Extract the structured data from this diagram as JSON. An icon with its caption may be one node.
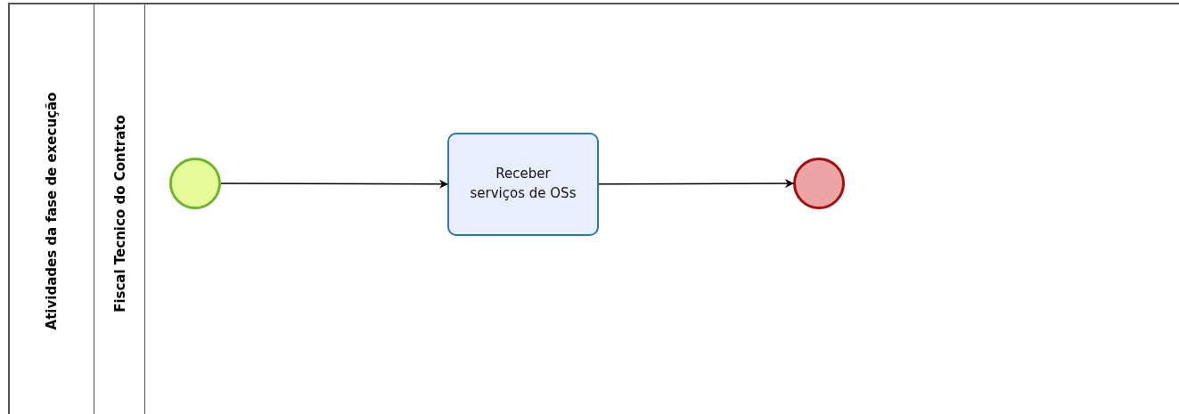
{
  "diagram": {
    "nodes": [
      {
        "text": [
          "Atividades da fase de execução"
        ]
      },
      {
        "text": [
          "Fiscal Tecnico do Contrato"
        ],
        "in": 0
      },
      {
        "text": [],
        "shape": "circle",
        "in": 1
      },
      {
        "text": [
          "Receber serviços de OSs"
        ],
        "in": 1
      },
      {
        "text": [],
        "shape": "circle",
        "in": 1
      }
    ],
    "edges": [
      {
        "from": 2,
        "to": 3,
        "arrow": "to"
      },
      {
        "from": 3,
        "to": 4,
        "arrow": "to"
      }
    ]
  }
}
